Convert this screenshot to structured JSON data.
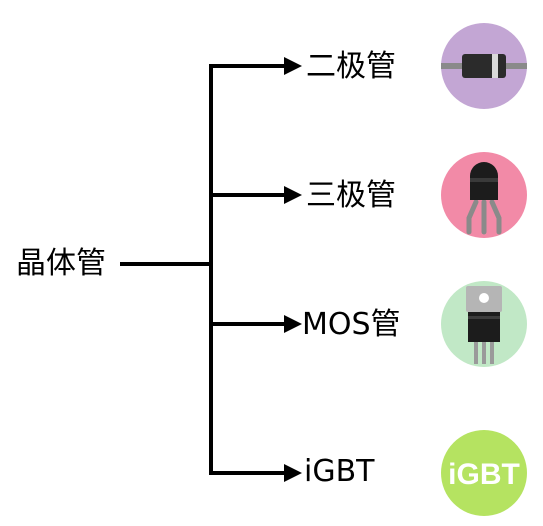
{
  "root": {
    "label": "晶体管"
  },
  "branches": [
    {
      "label": "二极管",
      "icon": "diode-icon",
      "color": "#c3a6d4"
    },
    {
      "label": "三极管",
      "icon": "bipolar-transistor-icon",
      "color": "#f28aa7"
    },
    {
      "label": "MOS管",
      "icon": "mosfet-icon",
      "color": "#c1e8c6"
    },
    {
      "label": "iGBT",
      "icon": "igbt-icon",
      "color": "#b5e361",
      "icon_text": "iGBT"
    }
  ],
  "connector_color": "#000000"
}
